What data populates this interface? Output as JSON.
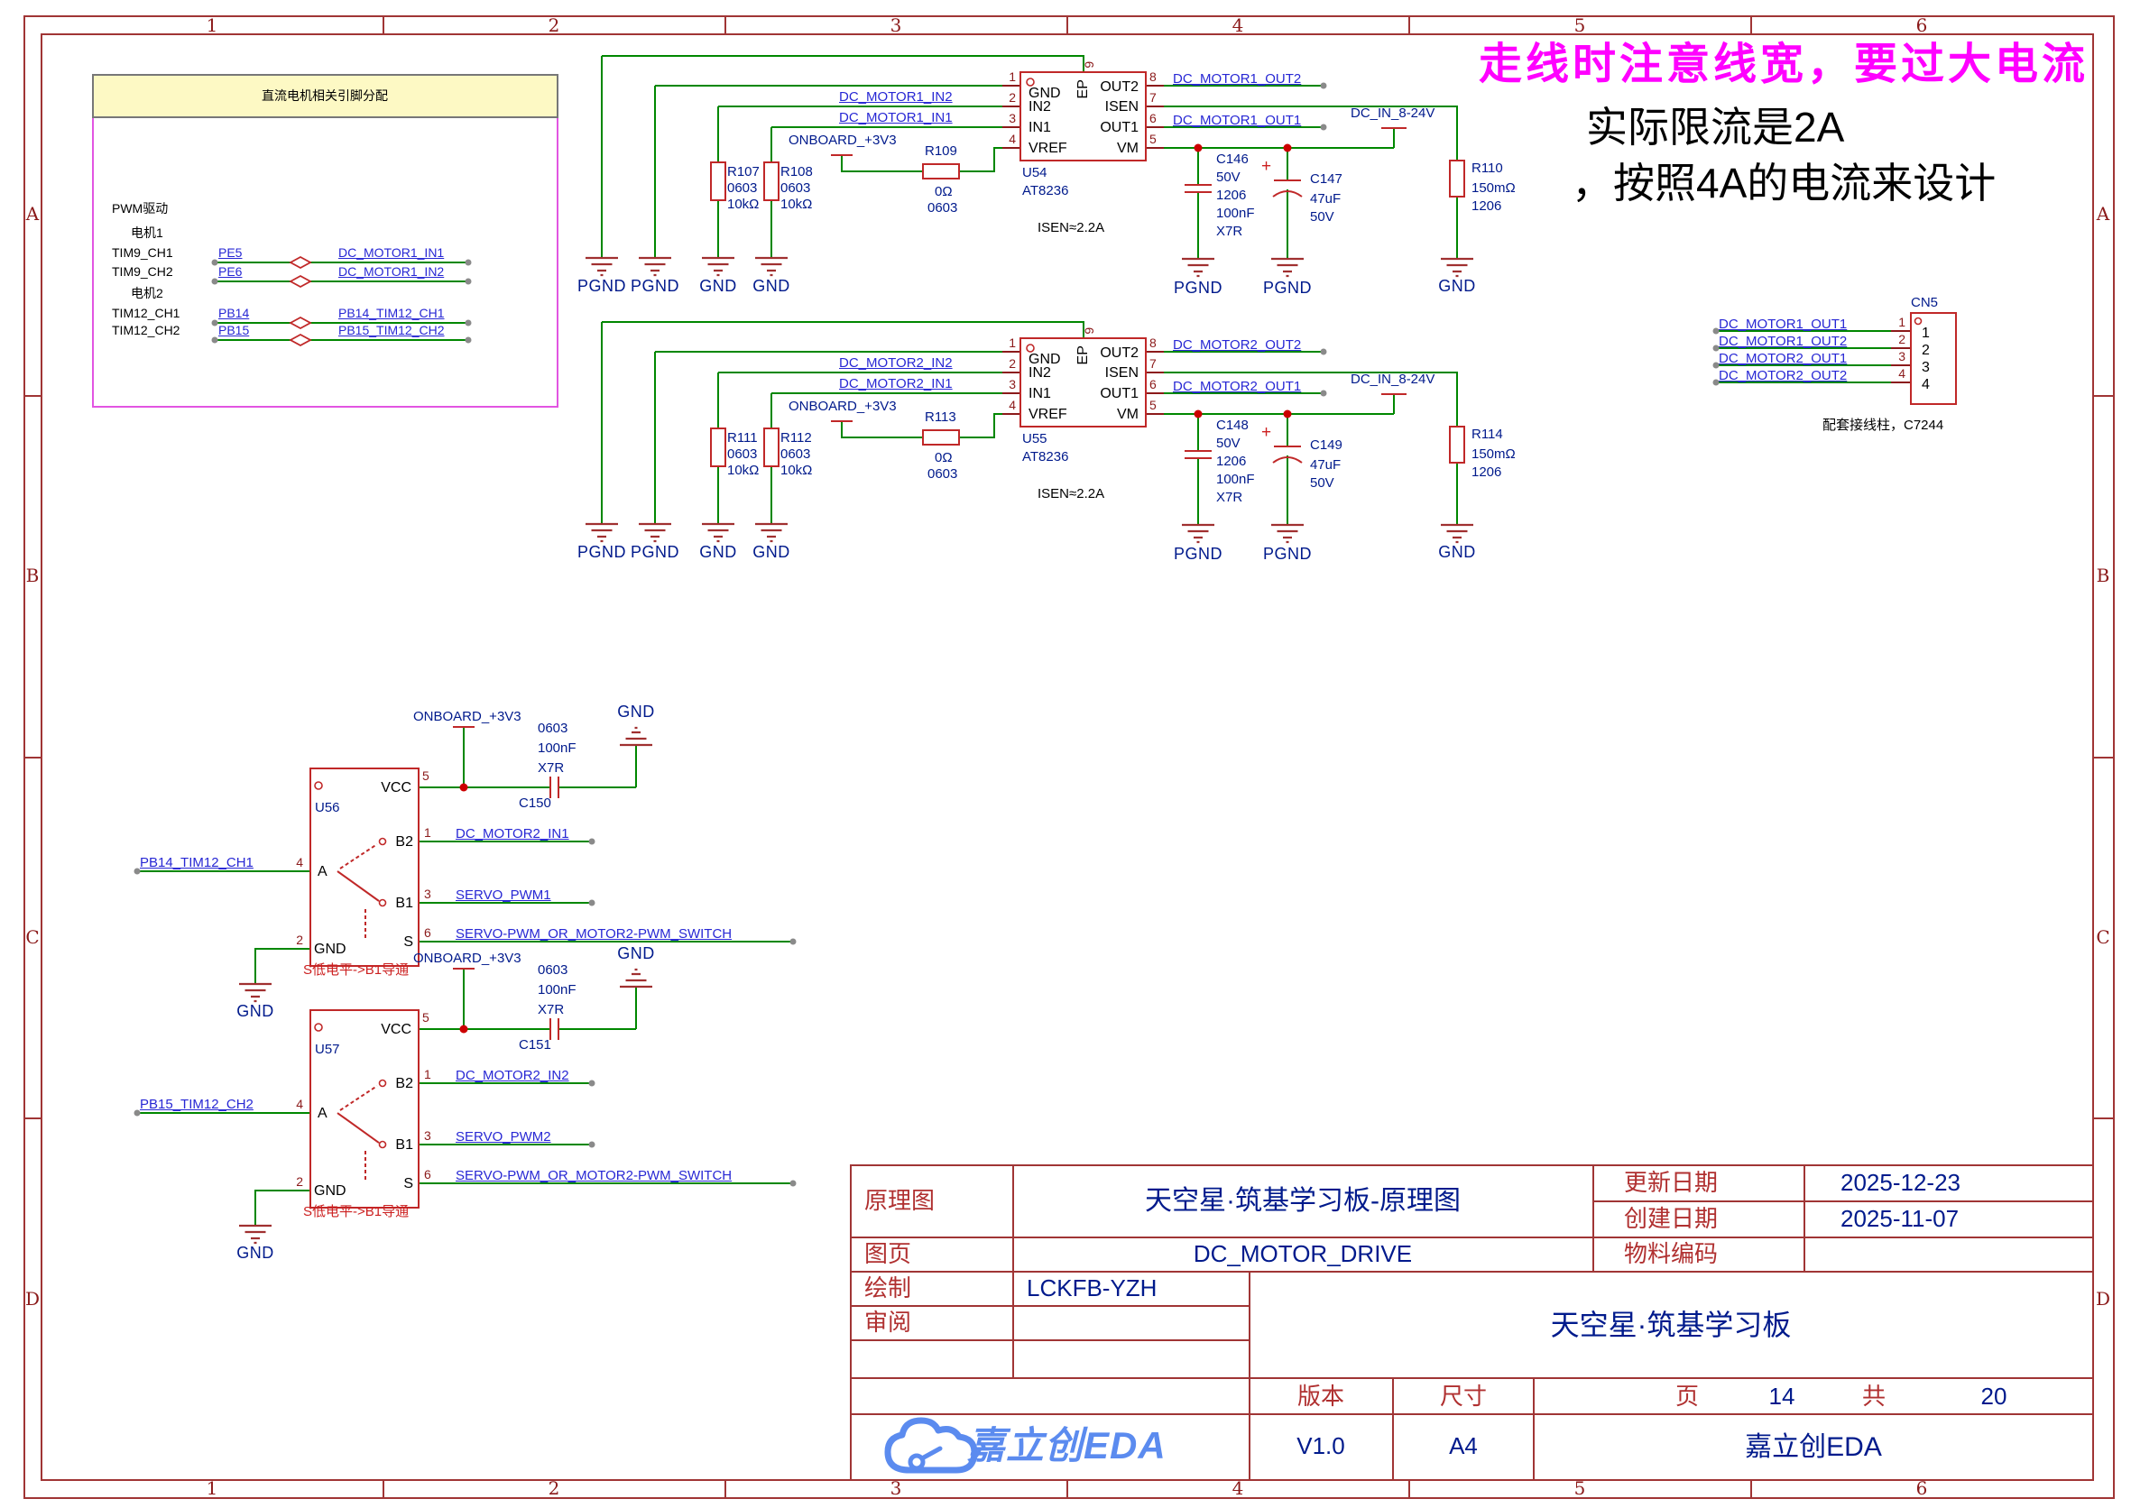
{
  "colors": {
    "wire_green": "#008700",
    "symbol_red": "#C02828",
    "net_blue": "#2727D4",
    "value_navy": "#001A8C",
    "frame_red": "#A03535",
    "note_magenta": "#FF00FF",
    "logo_blue": "#5B8BEF",
    "header_yellow": "#FDF9C4"
  },
  "frame": {
    "zones_h": [
      "1",
      "2",
      "3",
      "4",
      "5",
      "6"
    ],
    "zones_v": [
      "A",
      "B",
      "C",
      "D"
    ]
  },
  "notes": {
    "warning": "走线时注意线宽，要过大电流",
    "limit_line1": "实际限流是2A",
    "limit_line2": "，按照4A的电流来设计"
  },
  "pin_box": {
    "title": "直流电机相关引脚分配",
    "group": "PWM驱动",
    "motor1": "电机1",
    "motor2": "电机2",
    "rows": [
      {
        "signal": "TIM9_CH1",
        "pin": "PE5",
        "net": "DC_MOTOR1_IN1"
      },
      {
        "signal": "TIM9_CH2",
        "pin": "PE6",
        "net": "DC_MOTOR1_IN2"
      },
      {
        "signal": "TIM12_CH1",
        "pin": "PB14",
        "net": "PB14_TIM12_CH1"
      },
      {
        "signal": "TIM12_CH2",
        "pin": "PB15",
        "net": "PB15_TIM12_CH2"
      }
    ]
  },
  "driver1": {
    "ref": "U54",
    "part": "AT8236",
    "isen_note": "ISEN≈2.2A",
    "pwr": "ONBOARD_+3V3",
    "vin": "DC_IN_8-24V",
    "pin_names": {
      "gnd": "GND",
      "in2": "IN2",
      "in1": "IN1",
      "vref": "VREF",
      "vm": "VM",
      "out1": "OUT1",
      "isen": "ISEN",
      "out2": "OUT2",
      "ep": "EP"
    },
    "pin_nums": [
      "1",
      "2",
      "3",
      "4",
      "5",
      "6",
      "7",
      "8",
      "9"
    ],
    "nets": {
      "in2": "DC_MOTOR1_IN2",
      "in1": "DC_MOTOR1_IN1",
      "out2": "DC_MOTOR1_OUT2",
      "out1": "DC_MOTOR1_OUT1"
    },
    "r_pull1": {
      "ref": "R107",
      "pkg": "0603",
      "val": "10kΩ"
    },
    "r_pull2": {
      "ref": "R108",
      "pkg": "0603",
      "val": "10kΩ"
    },
    "r_vref": {
      "ref": "R109",
      "val": "0Ω",
      "pkg": "0603"
    },
    "r_sense": {
      "ref": "R110",
      "val": "150mΩ",
      "pkg": "1206"
    },
    "c_cer": {
      "ref": "C146",
      "volt": "50V",
      "pkg": "1206",
      "val": "100nF",
      "diel": "X7R"
    },
    "c_el": {
      "ref": "C147",
      "val": "47uF",
      "volt": "50V",
      "plus": "+"
    },
    "pgnd": "PGND",
    "gnd": "GND"
  },
  "driver2": {
    "ref": "U55",
    "part": "AT8236",
    "isen_note": "ISEN≈2.2A",
    "pwr": "ONBOARD_+3V3",
    "vin": "DC_IN_8-24V",
    "pin_names": {
      "gnd": "GND",
      "in2": "IN2",
      "in1": "IN1",
      "vref": "VREF",
      "vm": "VM",
      "out1": "OUT1",
      "isen": "ISEN",
      "out2": "OUT2",
      "ep": "EP"
    },
    "pin_nums": [
      "1",
      "2",
      "3",
      "4",
      "5",
      "6",
      "7",
      "8",
      "9"
    ],
    "nets": {
      "in2": "DC_MOTOR2_IN2",
      "in1": "DC_MOTOR2_IN1",
      "out2": "DC_MOTOR2_OUT2",
      "out1": "DC_MOTOR2_OUT1"
    },
    "r_pull1": {
      "ref": "R111",
      "pkg": "0603",
      "val": "10kΩ"
    },
    "r_pull2": {
      "ref": "R112",
      "pkg": "0603",
      "val": "10kΩ"
    },
    "r_vref": {
      "ref": "R113",
      "val": "0Ω",
      "pkg": "0603"
    },
    "r_sense": {
      "ref": "R114",
      "val": "150mΩ",
      "pkg": "1206"
    },
    "c_cer": {
      "ref": "C148",
      "volt": "50V",
      "pkg": "1206",
      "val": "100nF",
      "diel": "X7R"
    },
    "c_el": {
      "ref": "C149",
      "val": "47uF",
      "volt": "50V",
      "plus": "+"
    },
    "pgnd": "PGND",
    "gnd": "GND"
  },
  "switch1": {
    "ref": "U56",
    "pwr": "ONBOARD_+3V3",
    "gnd_top": "GND",
    "gnd_bottom": "GND",
    "note": "S低电平->B1导通",
    "pins": {
      "vcc": "VCC",
      "b2": "B2",
      "a": "A",
      "b1": "B1",
      "s": "S",
      "gnd": "GND"
    },
    "nums": {
      "vcc": "5",
      "b2": "1",
      "a": "4",
      "b1": "3",
      "s": "6",
      "gnd": "2"
    },
    "in_net": "PB14_TIM12_CH1",
    "b2_net": "DC_MOTOR2_IN1",
    "b1_net": "SERVO_PWM1",
    "s_net": "SERVO-PWM_OR_MOTOR2-PWM_SWITCH",
    "cap": {
      "ref": "C150",
      "pkg": "0603",
      "val": "100nF",
      "diel": "X7R"
    }
  },
  "switch2": {
    "ref": "U57",
    "pwr": "ONBOARD_+3V3",
    "gnd_top": "GND",
    "gnd_bottom": "GND",
    "note": "S低电平->B1导通",
    "pins": {
      "vcc": "VCC",
      "b2": "B2",
      "a": "A",
      "b1": "B1",
      "s": "S",
      "gnd": "GND"
    },
    "nums": {
      "vcc": "5",
      "b2": "1",
      "a": "4",
      "b1": "3",
      "s": "6",
      "gnd": "2"
    },
    "in_net": "PB15_TIM12_CH2",
    "b2_net": "DC_MOTOR2_IN2",
    "b1_net": "SERVO_PWM2",
    "s_net": "SERVO-PWM_OR_MOTOR2-PWM_SWITCH",
    "cap": {
      "ref": "C151",
      "pkg": "0603",
      "val": "100nF",
      "diel": "X7R"
    }
  },
  "connector": {
    "ref": "CN5",
    "note": "配套接线柱，C7244",
    "pin_nums": [
      "1",
      "2",
      "3",
      "4"
    ],
    "nets": [
      "DC_MOTOR1_OUT1",
      "DC_MOTOR1_OUT2",
      "DC_MOTOR2_OUT1",
      "DC_MOTOR2_OUT2"
    ]
  },
  "title_block": {
    "sheet_label": "原理图",
    "sheet_title": "天空星·筑基学习板-原理图",
    "page_label": "图页",
    "page_name": "DC_MOTOR_DRIVE",
    "drawn_label": "绘制",
    "drawn_by": "LCKFB-YZH",
    "review_label": "审阅",
    "updated_label": "更新日期",
    "updated": "2025-12-23",
    "created_label": "创建日期",
    "created": "2025-11-07",
    "material_label": "物料编码",
    "board": "天空星·筑基学习板",
    "version_label": "版本",
    "version": "V1.0",
    "size_label": "尺寸",
    "size": "A4",
    "page_word": "页",
    "page_num": "14",
    "total_word": "共",
    "total": "20",
    "company": "嘉立创EDA",
    "logo_text": "嘉立创EDA"
  }
}
